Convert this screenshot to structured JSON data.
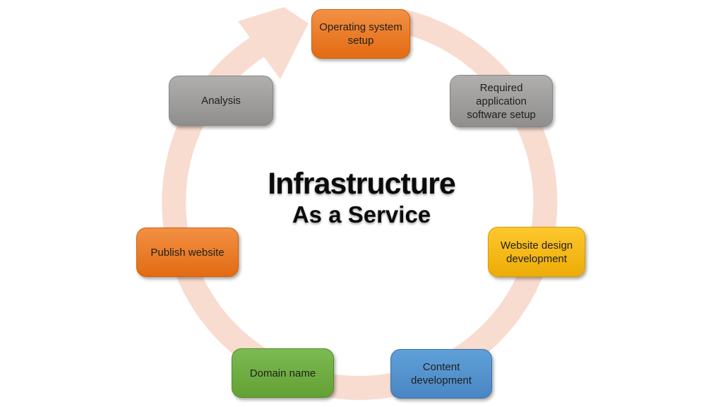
{
  "title": {
    "line1": "Infrastructure",
    "line2": "As a Service"
  },
  "nodes": [
    {
      "name": "operating-system-setup",
      "label": "Operating system\nsetup",
      "color": "orange"
    },
    {
      "name": "required-application-software-setup",
      "label": "Required\napplication\nsoftware setup",
      "color": "gray"
    },
    {
      "name": "website-design-development",
      "label": "Website design\ndevelopment",
      "color": "yellow"
    },
    {
      "name": "content-development",
      "label": "Content\ndevelopment",
      "color": "blue"
    },
    {
      "name": "domain-name",
      "label": "Domain name",
      "color": "green"
    },
    {
      "name": "publish-website",
      "label": "Publish website",
      "color": "orange"
    },
    {
      "name": "analysis",
      "label": "Analysis",
      "color": "gray"
    }
  ],
  "colors": {
    "ring": "#f8dcd0",
    "orange": {
      "top": "#f29044",
      "bottom": "#e36b12",
      "border": "#d0600e"
    },
    "gray": {
      "top": "#b0afae",
      "bottom": "#8f8e8d",
      "border": "#868686"
    },
    "yellow": {
      "top": "#fdc72d",
      "bottom": "#edac07",
      "border": "#d79c02"
    },
    "blue": {
      "top": "#5fa0d8",
      "bottom": "#4a86c4",
      "border": "#3a70a9"
    },
    "green": {
      "top": "#7cba53",
      "bottom": "#63a134",
      "border": "#4f8c26"
    }
  }
}
